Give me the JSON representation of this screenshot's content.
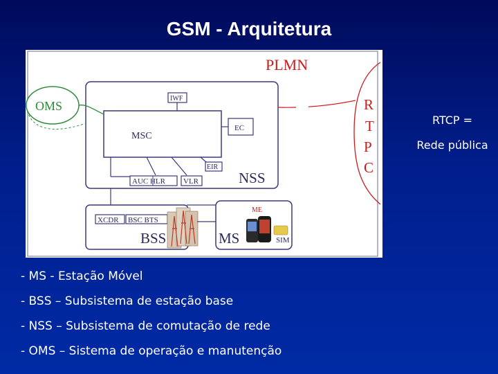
{
  "slide": {
    "title": "GSM - Arquitetura",
    "note_line1": "RTCP =",
    "note_line2": "Rede pública"
  },
  "diagram": {
    "plmn": "PLMN",
    "oms": "OMS",
    "iwf": "IWF",
    "msc": "MSC",
    "ec": "EC",
    "eir": "EIR",
    "auc_hlr": "AUC HLR",
    "vlr": "VLR",
    "nss": "NSS",
    "xcdr": "XCDR",
    "bsc_bts": "BSC BTS",
    "bss": "BSS",
    "me": "ME",
    "ms": "MS",
    "sim": "SIM",
    "rtpc_letters": [
      "R",
      "T",
      "P",
      "C"
    ],
    "colors": {
      "red": "#cc1a1a",
      "green": "#2e8b3a",
      "line": "#3a3a7a"
    }
  },
  "bullets": [
    "- MS - Estação Móvel",
    "- BSS – Subsistema de estação base",
    "- NSS – Subsistema de comutação de rede",
    "- OMS – Sistema de operação e manutenção"
  ]
}
